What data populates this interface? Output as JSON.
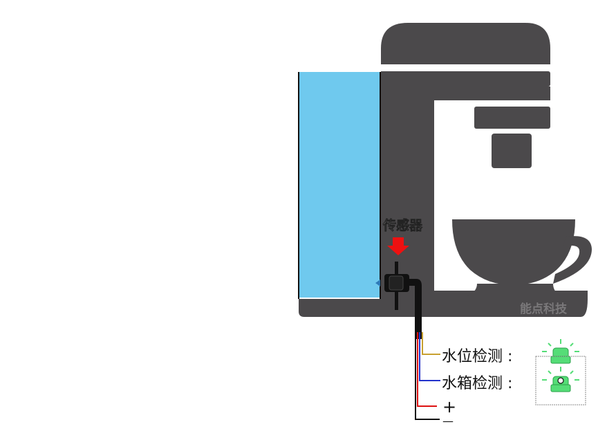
{
  "sensor_label": "传感器",
  "watermark": "能点科技",
  "legend": {
    "water_level": "水位检测 :",
    "water_tank": "水箱检测 :",
    "plus": "+",
    "minus": "—"
  },
  "colors": {
    "machine": "#4b494b",
    "water": "#6fc9ee",
    "arrow": "#ee1111",
    "wire_yellow": "#c8a030",
    "wire_blue": "#2233cc",
    "wire_red": "#dd1111",
    "wire_black": "#111111",
    "indicator_green": "#55dd77"
  }
}
